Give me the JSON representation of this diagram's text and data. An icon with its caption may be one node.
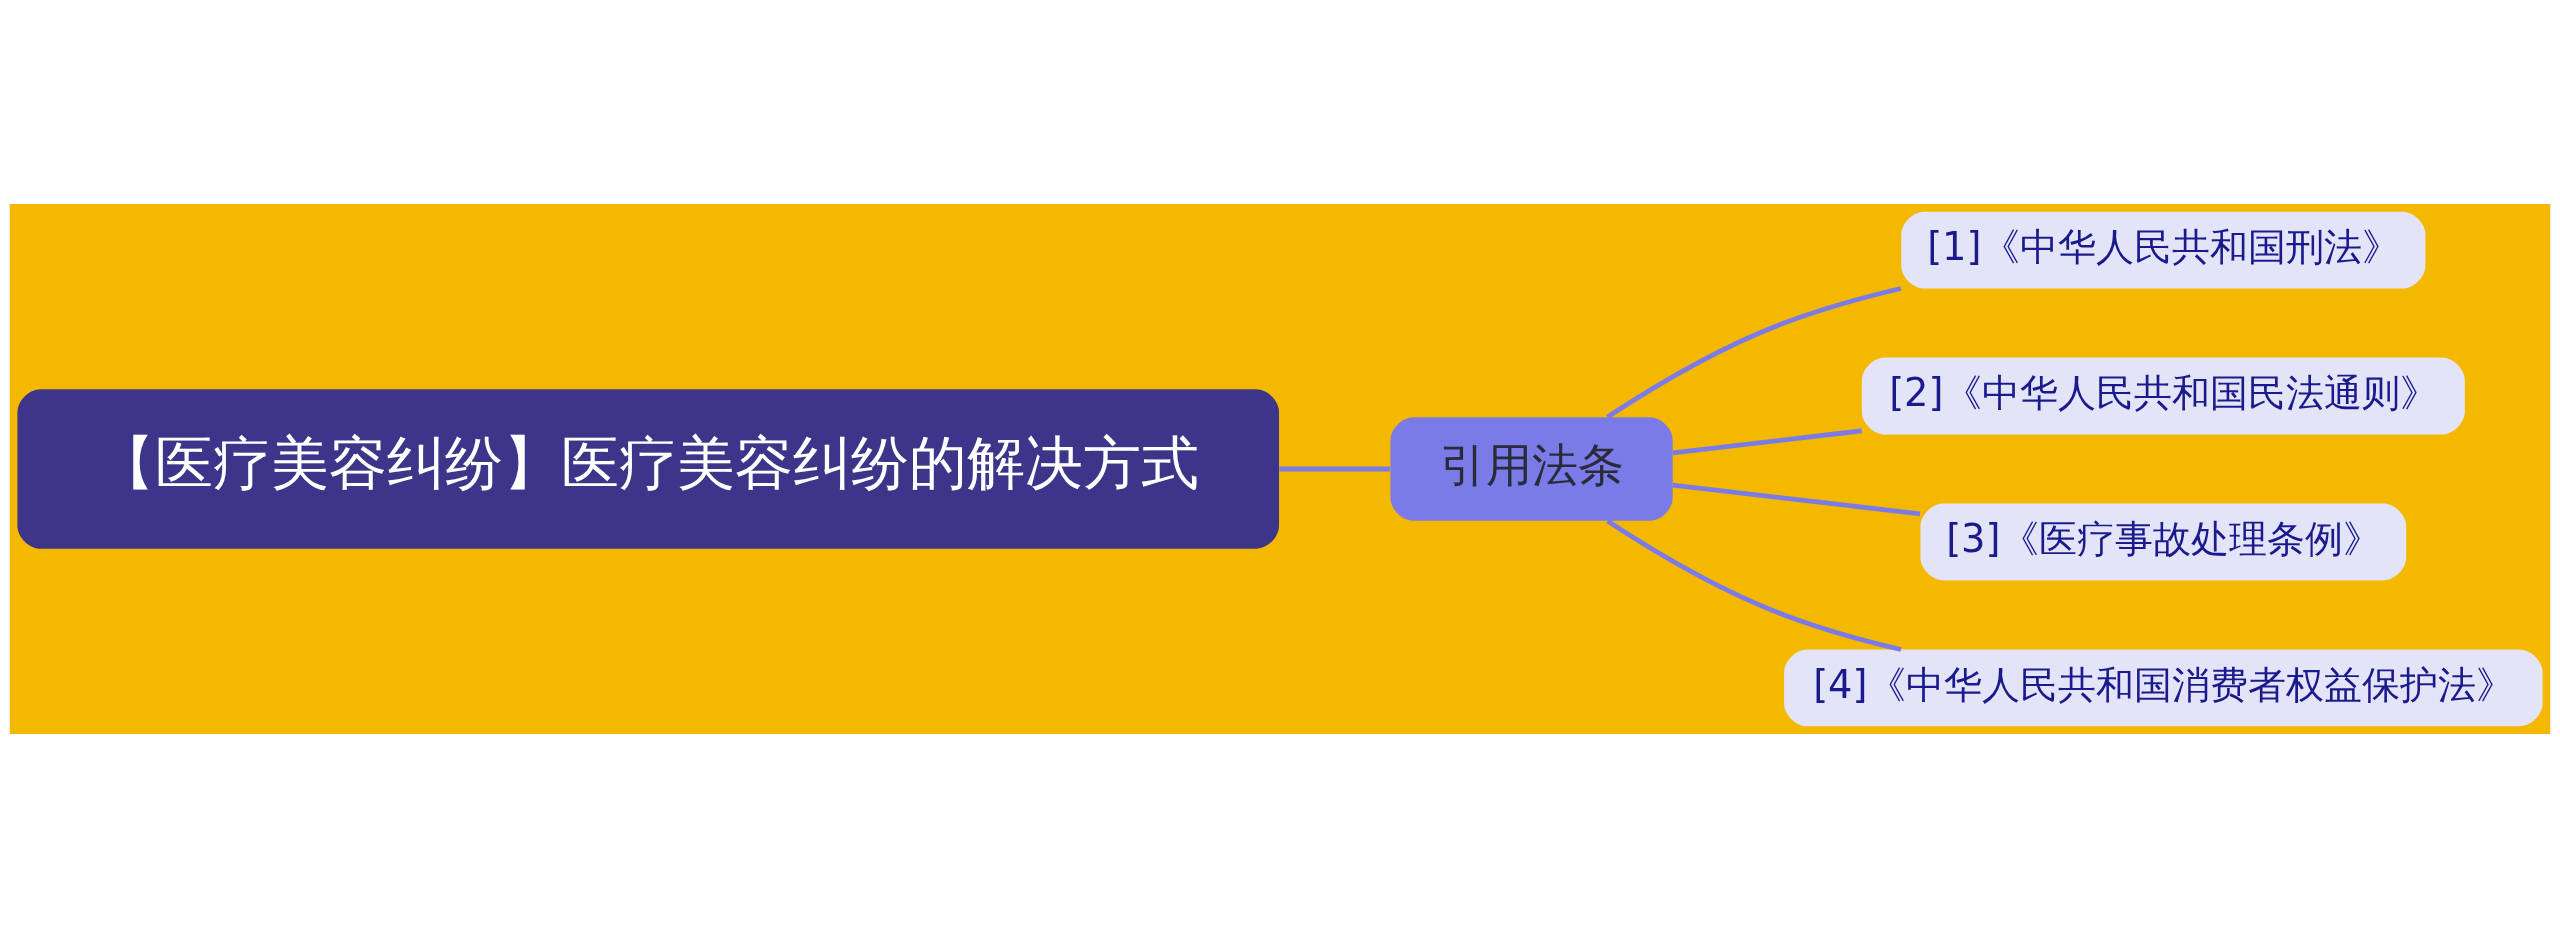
{
  "diagram": {
    "nodes": [
      {
        "text": [
          "【医疗美容纠纷】医疗美容纠纷的解决方式"
        ]
      },
      {
        "text": [
          "引用法条"
        ]
      },
      {
        "text": [
          "[1]《中华人民共和国刑法》"
        ]
      },
      {
        "text": [
          "[2]《中华人民共和国民法通则》"
        ]
      },
      {
        "text": [
          "[3]《医疗事故处理条例》"
        ]
      },
      {
        "text": [
          "[4]《中华人民共和国消费者权益保护法》"
        ]
      }
    ],
    "edges": [
      {
        "from": 0,
        "to": 1,
        "arrow": "none"
      },
      {
        "from": 1,
        "to": 2,
        "arrow": "none"
      },
      {
        "from": 1,
        "to": 3,
        "arrow": "none"
      },
      {
        "from": 1,
        "to": 4,
        "arrow": "none"
      },
      {
        "from": 1,
        "to": 5,
        "arrow": "none"
      }
    ]
  }
}
